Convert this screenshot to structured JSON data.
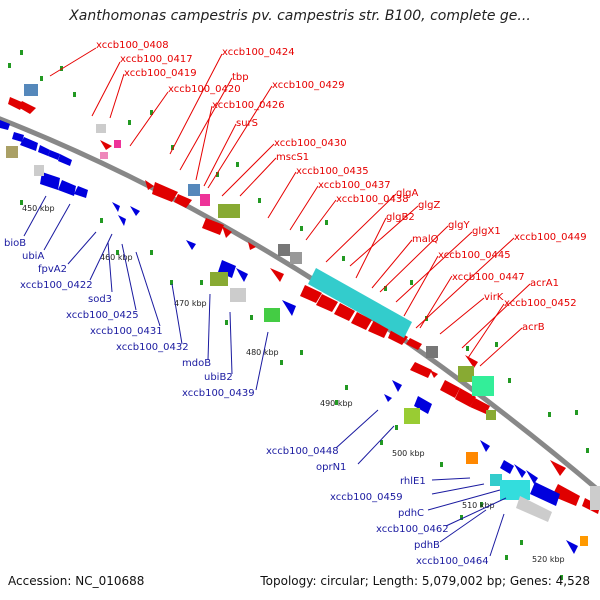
{
  "title": "Xanthomonas campestris pv. campestris str. B100, complete ge...",
  "footer": {
    "accession": "Accession: NC_010688",
    "summary": "Topology: circular; Length: 5,079,002 bp; Genes: 4,528"
  },
  "ticks": [
    "450 kbp",
    "460 kbp",
    "470 kbp",
    "480 kbp",
    "490 kbp",
    "500 kbp",
    "510 kbp",
    "520 kbp"
  ],
  "outer_labels": [
    "xccb100_0408",
    "xccb100_0417",
    "xccb100_0419",
    "xccb100_0420",
    "xccb100_0424",
    "tbp",
    "xccb100_0426",
    "surS",
    "xccb100_0429",
    "xccb100_0430",
    "mscS1",
    "xccb100_0435",
    "xccb100_0437",
    "xccb100_0438",
    "glgA",
    "glgZ",
    "glgB2",
    "malQ",
    "glgY",
    "glgX1",
    "xccb100_0445",
    "xccb100_0449",
    "xccb100_0447",
    "virK",
    "acrA1",
    "xccb100_0452",
    "acrB"
  ],
  "inner_labels": [
    "bioB",
    "ubiA",
    "fpvA2",
    "xccb100_0422",
    "sod3",
    "xccb100_0425",
    "xccb100_0431",
    "xccb100_0432",
    "mdoB",
    "ubiB2",
    "xccb100_0439",
    "xccb100_0448",
    "oprN1",
    "rhlE1",
    "xccb100_0459",
    "pdhC",
    "xccb100_0462",
    "pdhB",
    "xccb100_0464"
  ],
  "colors": {
    "forward": "#e00000",
    "reverse": "#0000dd",
    "backbone": "#888888",
    "cyan": "#33cccc",
    "green": "#88aa33",
    "gray": "#999999",
    "steelblue": "#5588bb",
    "magenta": "#ee3399",
    "tick_green": "#22aa22"
  }
}
